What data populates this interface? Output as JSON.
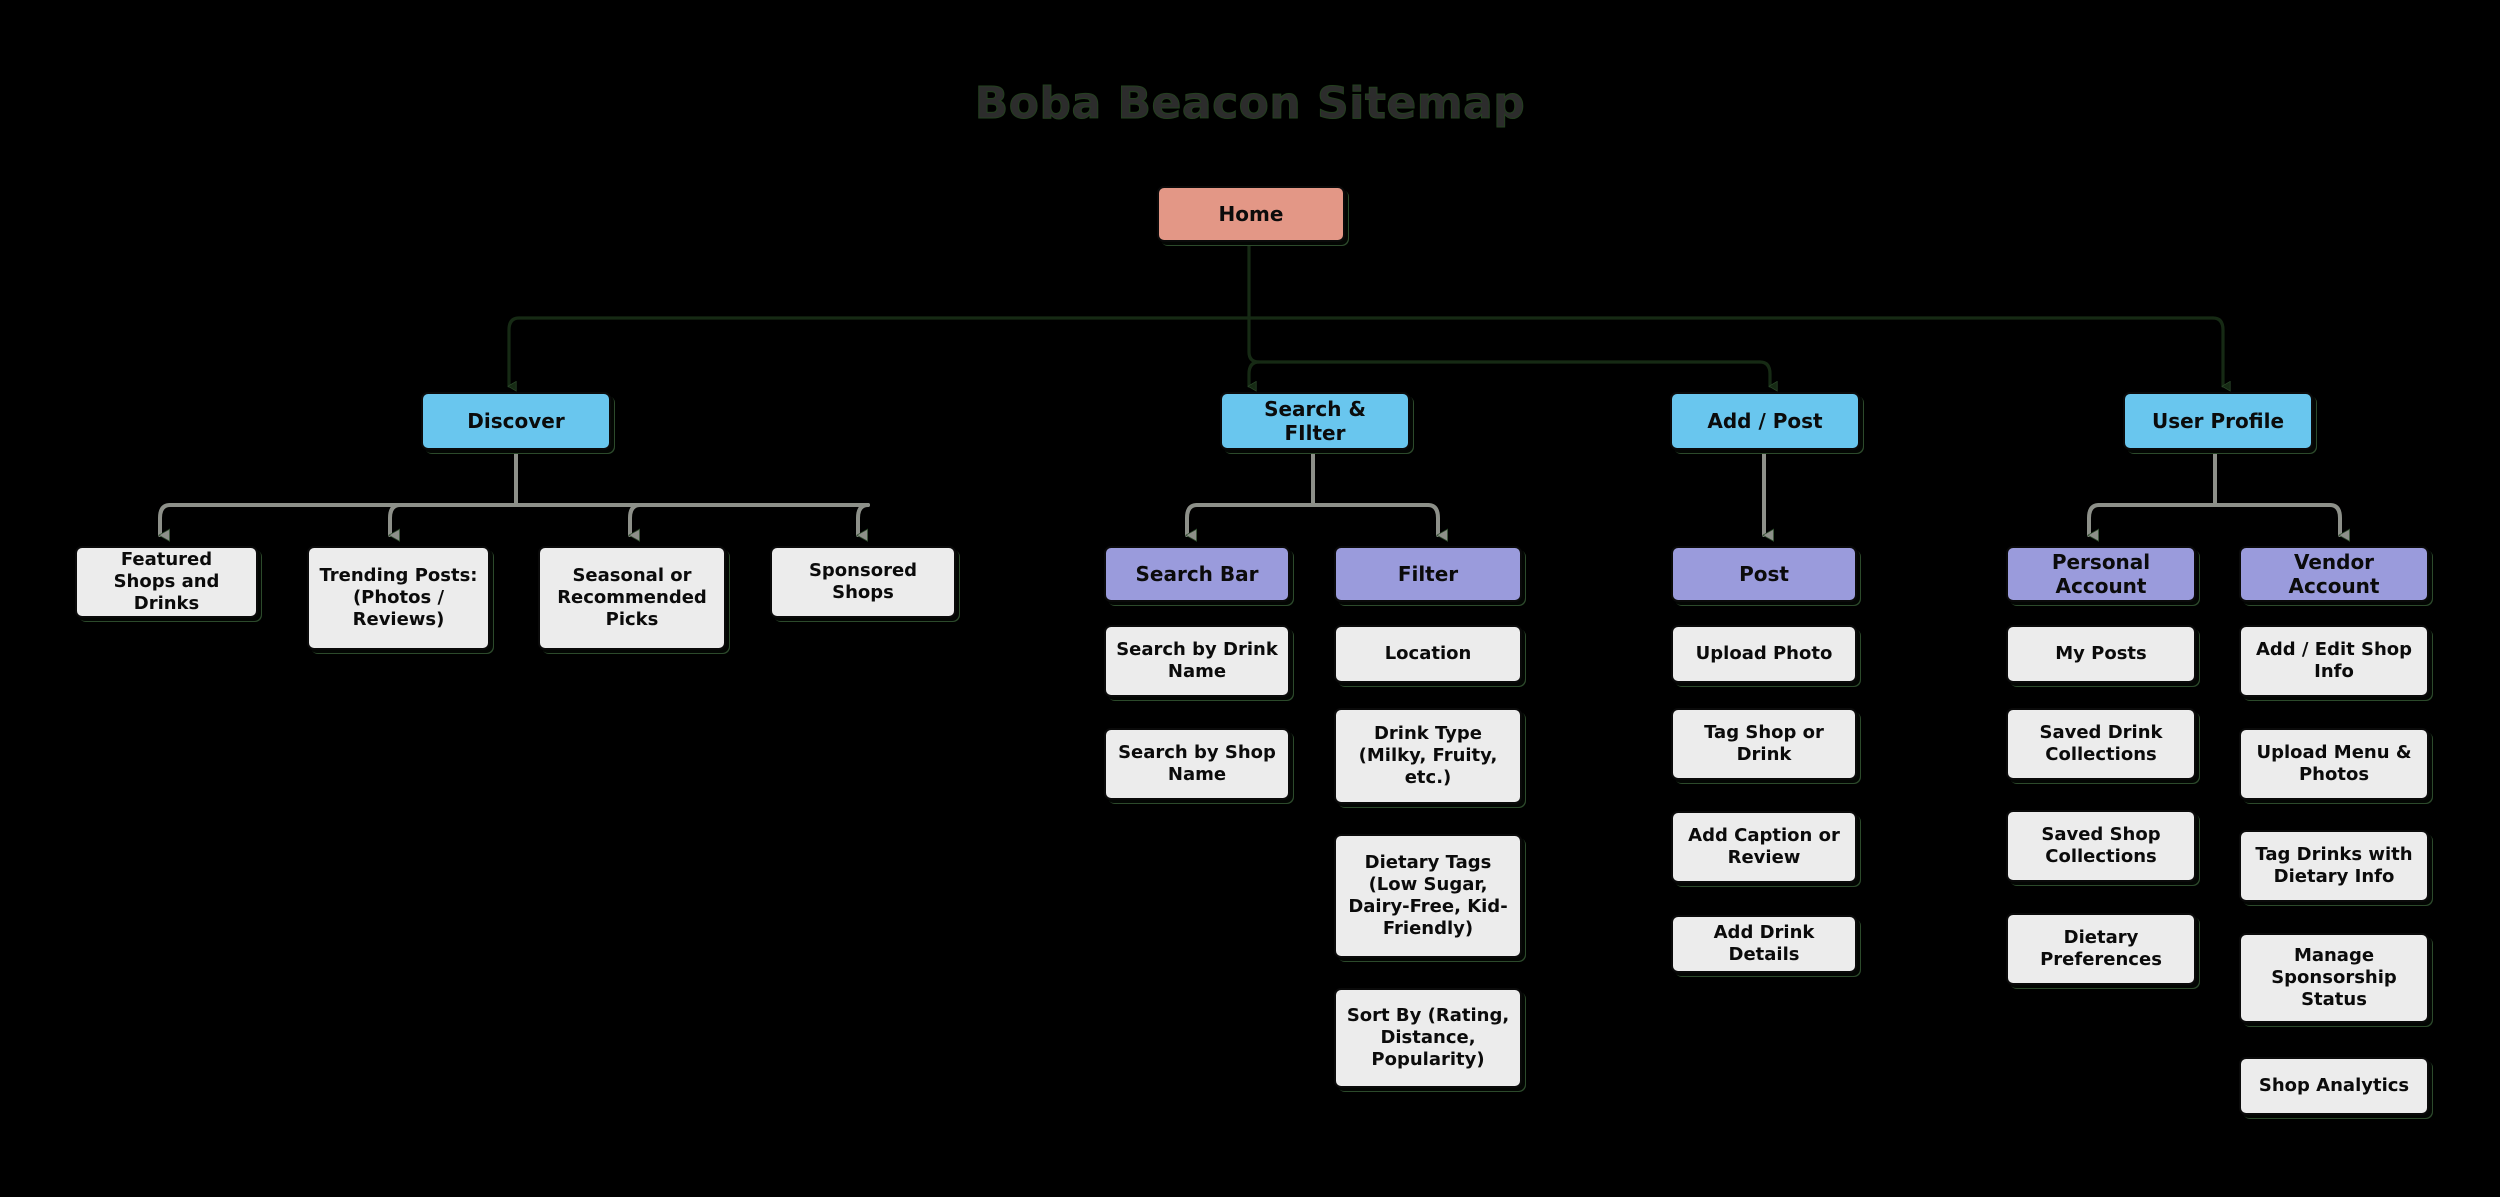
{
  "title": "Boba Beacon Sitemap",
  "theme": {
    "background": "#000000",
    "root_color": "#e3978e",
    "section_color": "#69c6ee",
    "sub_color": "#9a9bdc",
    "leaf_color": "#ececec",
    "edge_color_top": "#162a14",
    "edge_color_mid": "#8d9089",
    "title_color": "#2c2c2c"
  },
  "root": {
    "label": "Home"
  },
  "sections": [
    {
      "label": "Discover",
      "children": [
        {
          "label": "Featured Shops and Drinks"
        },
        {
          "label": "Trending Posts: (Photos / Reviews)"
        },
        {
          "label": "Seasonal or Recommended Picks"
        },
        {
          "label": "Sponsored Shops"
        }
      ]
    },
    {
      "label": "Search & FIlter",
      "groups": [
        {
          "label": "Search Bar",
          "items": [
            {
              "label": "Search by Drink Name"
            },
            {
              "label": "Search by Shop Name"
            }
          ]
        },
        {
          "label": "Filter",
          "items": [
            {
              "label": "Location"
            },
            {
              "label": "Drink Type (Milky, Fruity, etc.)"
            },
            {
              "label": "Dietary Tags (Low Sugar, Dairy-Free, Kid-Friendly)"
            },
            {
              "label": "Sort By (Rating, Distance, Popularity)"
            }
          ]
        }
      ]
    },
    {
      "label": "Add / Post",
      "groups": [
        {
          "label": "Post",
          "items": [
            {
              "label": "Upload Photo"
            },
            {
              "label": "Tag Shop or Drink"
            },
            {
              "label": "Add Caption or Review"
            },
            {
              "label": "Add Drink Details"
            }
          ]
        }
      ]
    },
    {
      "label": "User Profile",
      "groups": [
        {
          "label": "Personal Account",
          "items": [
            {
              "label": "My Posts"
            },
            {
              "label": "Saved Drink Collections"
            },
            {
              "label": "Saved Shop Collections"
            },
            {
              "label": "Dietary Preferences"
            }
          ]
        },
        {
          "label": "Vendor Account",
          "items": [
            {
              "label": "Add / Edit Shop Info"
            },
            {
              "label": "Upload Menu & Photos"
            },
            {
              "label": "Tag Drinks with Dietary Info"
            },
            {
              "label": "Manage Sponsorship Status"
            },
            {
              "label": "Shop Analytics"
            }
          ]
        }
      ]
    }
  ]
}
